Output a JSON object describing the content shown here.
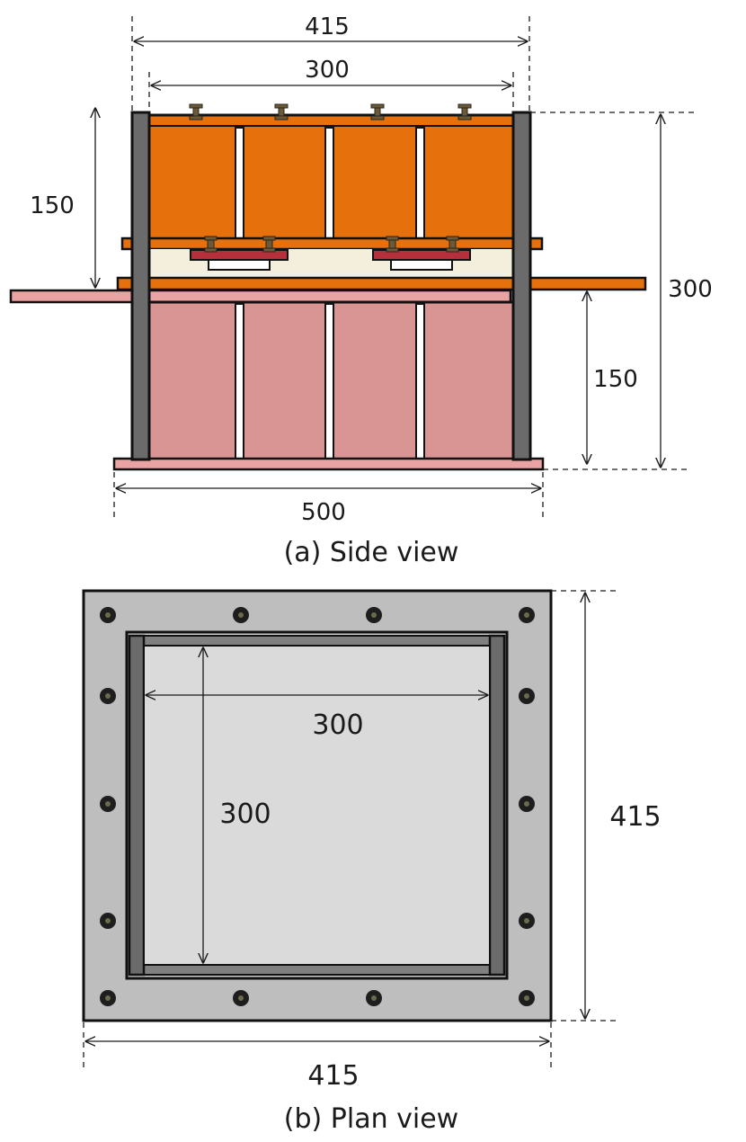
{
  "side_view": {
    "caption": "(a) Side view",
    "dim_top_outer": "415",
    "dim_top_inner": "300",
    "dim_left_height": "150",
    "dim_right_total": "300",
    "dim_right_lower": "150",
    "dim_base_width": "500"
  },
  "plan_view": {
    "caption": "(b) Plan view",
    "dim_inner_width": "300",
    "dim_inner_height": "300",
    "dim_outer_height": "415",
    "dim_outer_width": "415"
  },
  "colors": {
    "upper_box": "#e5700c",
    "lower_box": "#d99494",
    "base_plate": "#e9a3a3",
    "wall": "#6b6b6b",
    "plate_outer": "#bebebe",
    "plate_inner": "#dadada",
    "bolt": "#1e1e1e",
    "actuator": "#b5303a",
    "sensor": "#6a5a3a"
  }
}
